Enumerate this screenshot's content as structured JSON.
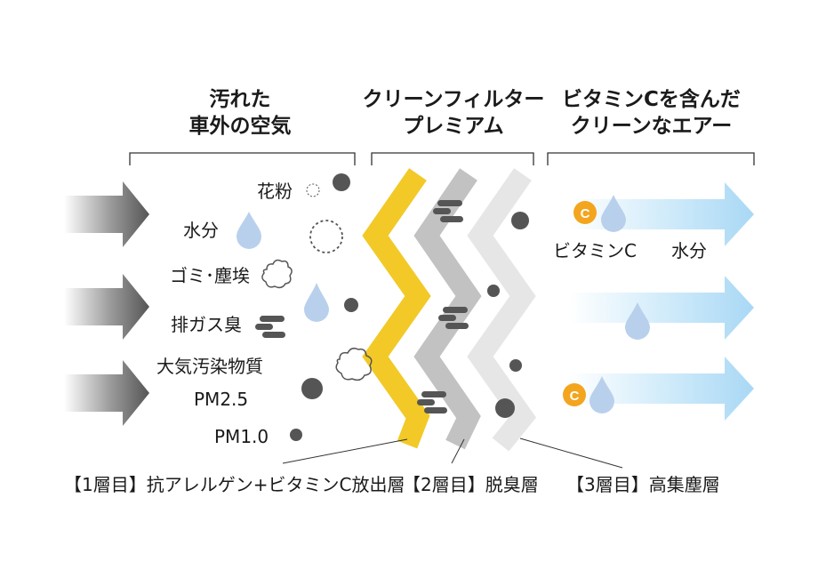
{
  "sections": {
    "dirty_air": {
      "line1": "汚れた",
      "line2": "車外の空気"
    },
    "filter": {
      "line1": "クリーンフィルター",
      "line2": "プレミアム"
    },
    "clean_air": {
      "line1": "ビタミンCを含んだ",
      "line2": "クリーンなエアー"
    }
  },
  "pollutants": {
    "pollen": "花粉",
    "moisture": "水分",
    "dust": "ゴミ･塵埃",
    "exhaust_odor": "排ガス臭",
    "air_pollutants": "大気汚染物質",
    "pm25": "PM2.5",
    "pm10": "PM1.0"
  },
  "outputs": {
    "vitamin_c": "ビタミンC",
    "moisture": "水分",
    "badge": "C"
  },
  "layers": {
    "layer1": "【1層目】抗アレルゲン+ビタミンC放出層",
    "layer2": "【2層目】脱臭層",
    "layer3": "【3層目】高集塵層"
  },
  "colors": {
    "layer1": "#f2c927",
    "layer2": "#c2c2c2",
    "layer3": "#e6e6e6",
    "particle": "#555555",
    "droplet": "#b9d0ec",
    "vitamin_badge": "#f3a51e",
    "clean_arrow": "#a9d8f5",
    "dirty_arrow": "#6b6b6b"
  },
  "icons": [
    "pollen-icon",
    "water-drop-icon",
    "dust-cloud-icon",
    "odor-icon",
    "particle-icon",
    "vitamin-c-icon",
    "arrow-icon"
  ]
}
